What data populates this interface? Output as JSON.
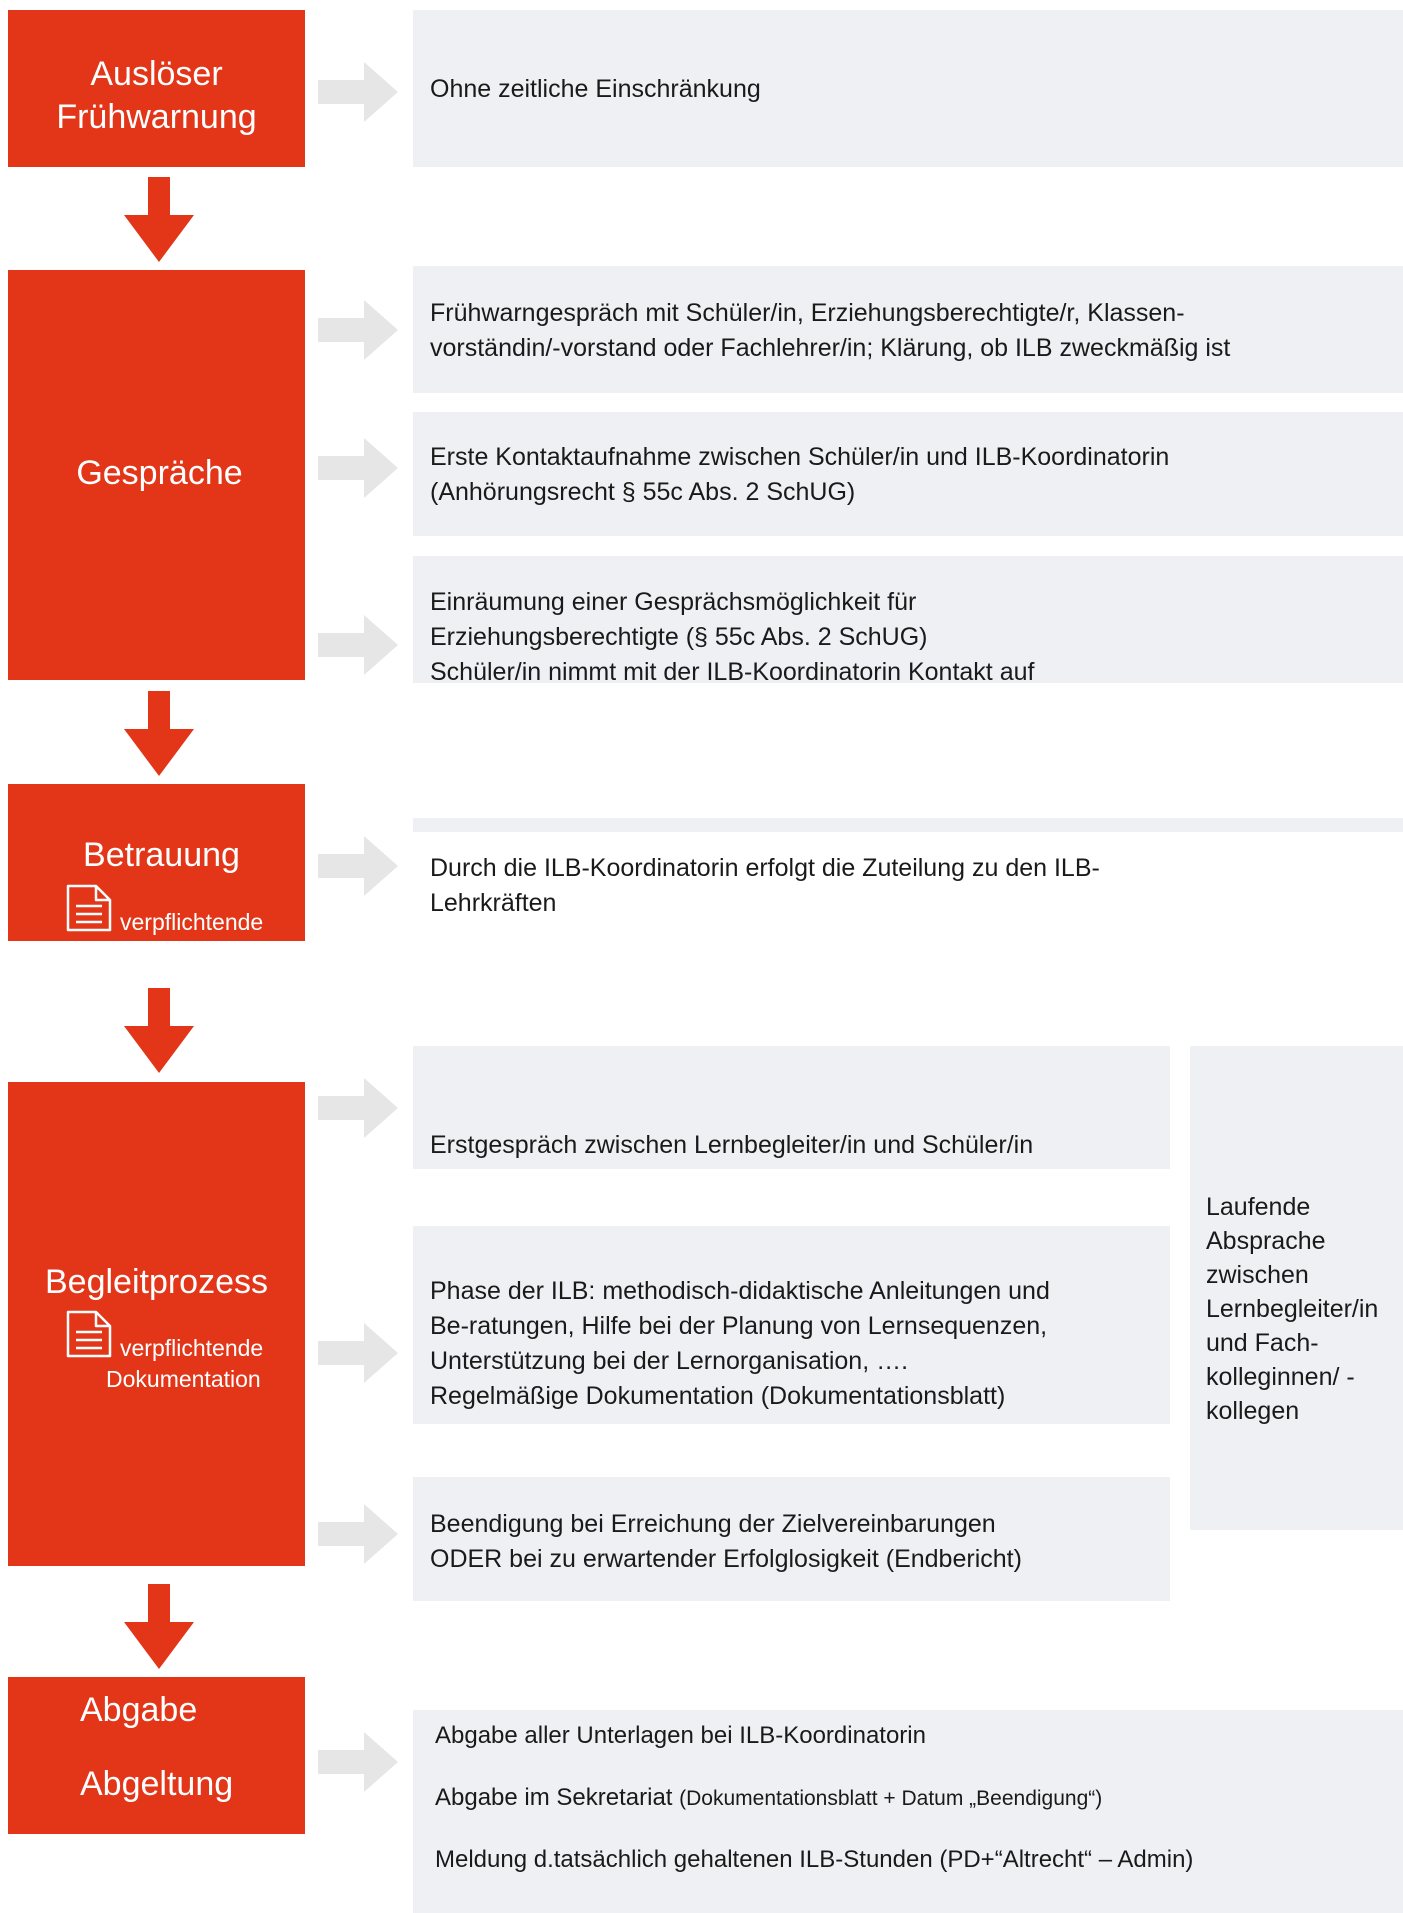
{
  "steps": {
    "ausloeser": {
      "title_line1": "Auslöser",
      "title_line2": "Frühwarnung",
      "items": [
        "Ohne zeitliche Einschränkung"
      ]
    },
    "gespraeche": {
      "title": "Gespräche",
      "items": [
        [
          "Frühwarngespräch mit Schüler/in, Erziehungsberechtigte/r, Klassen-",
          "vorständin/-vorstand oder Fachlehrer/in; Klärung, ob ILB zweckmäßig ist"
        ],
        [
          "Erste Kontaktaufnahme zwischen Schüler/in und ILB-Koordinatorin",
          "(Anhörungsrecht § 55c Abs. 2 SchUG)"
        ],
        [
          "Einräumung einer Gesprächsmöglichkeit für",
          "Erziehungsberechtigte (§ 55c Abs. 2 SchUG)",
          "Schüler/in nimmt mit der ILB-Koordinatorin Kontakt auf"
        ]
      ]
    },
    "betrauung": {
      "title": "Betrauung",
      "doc_label": "verpflichtende",
      "items": [
        [
          "Durch die ILB-Koordinatorin erfolgt die Zuteilung zu den ILB-",
          "Lehrkräften"
        ]
      ]
    },
    "begleitprozess": {
      "title": "Begleitprozess",
      "doc_label_line1": "verpflichtende",
      "doc_label_line2": "Dokumentation",
      "items": [
        [
          "Erstgespräch zwischen Lernbegleiter/in und Schüler/in"
        ],
        [
          "Phase der ILB: methodisch-didaktische Anleitungen und",
          "Be-ratungen, Hilfe bei der Planung von Lernsequenzen,",
          "Unterstützung bei der Lernorganisation, ….",
          "Regelmäßige Dokumentation (Dokumentationsblatt)"
        ],
        [
          "Beendigung bei Erreichung der Zielvereinbarungen",
          "ODER bei zu erwartender Erfolglosigkeit (Endbericht)"
        ]
      ],
      "side_box": [
        "Laufende",
        "Absprache",
        "zwischen",
        "Lernbegleiter/in",
        "und Fach-",
        "kolleginnen/ -",
        "kollegen"
      ]
    },
    "abgabe": {
      "title_line1": "Abgabe",
      "title_line2": "Abgeltung",
      "line1": "Abgabe aller Unterlagen bei ILB-Koordinatorin",
      "line2_main": "Abgabe im Sekretariat ",
      "line2_small": "(Dokumentationsblatt + Datum „Beendigung“)",
      "line3": "Meldung d.tatsächlich gehaltenen ILB-Stunden (PD+“Altrecht“ – Admin)"
    }
  },
  "colors": {
    "accent": "#e33518",
    "box": "#eef0f3",
    "arrow": "#e6e6e6"
  },
  "icons": {
    "down_arrow": "arrow-down-icon",
    "right_arrow": "arrow-right-icon",
    "document": "document-icon"
  }
}
